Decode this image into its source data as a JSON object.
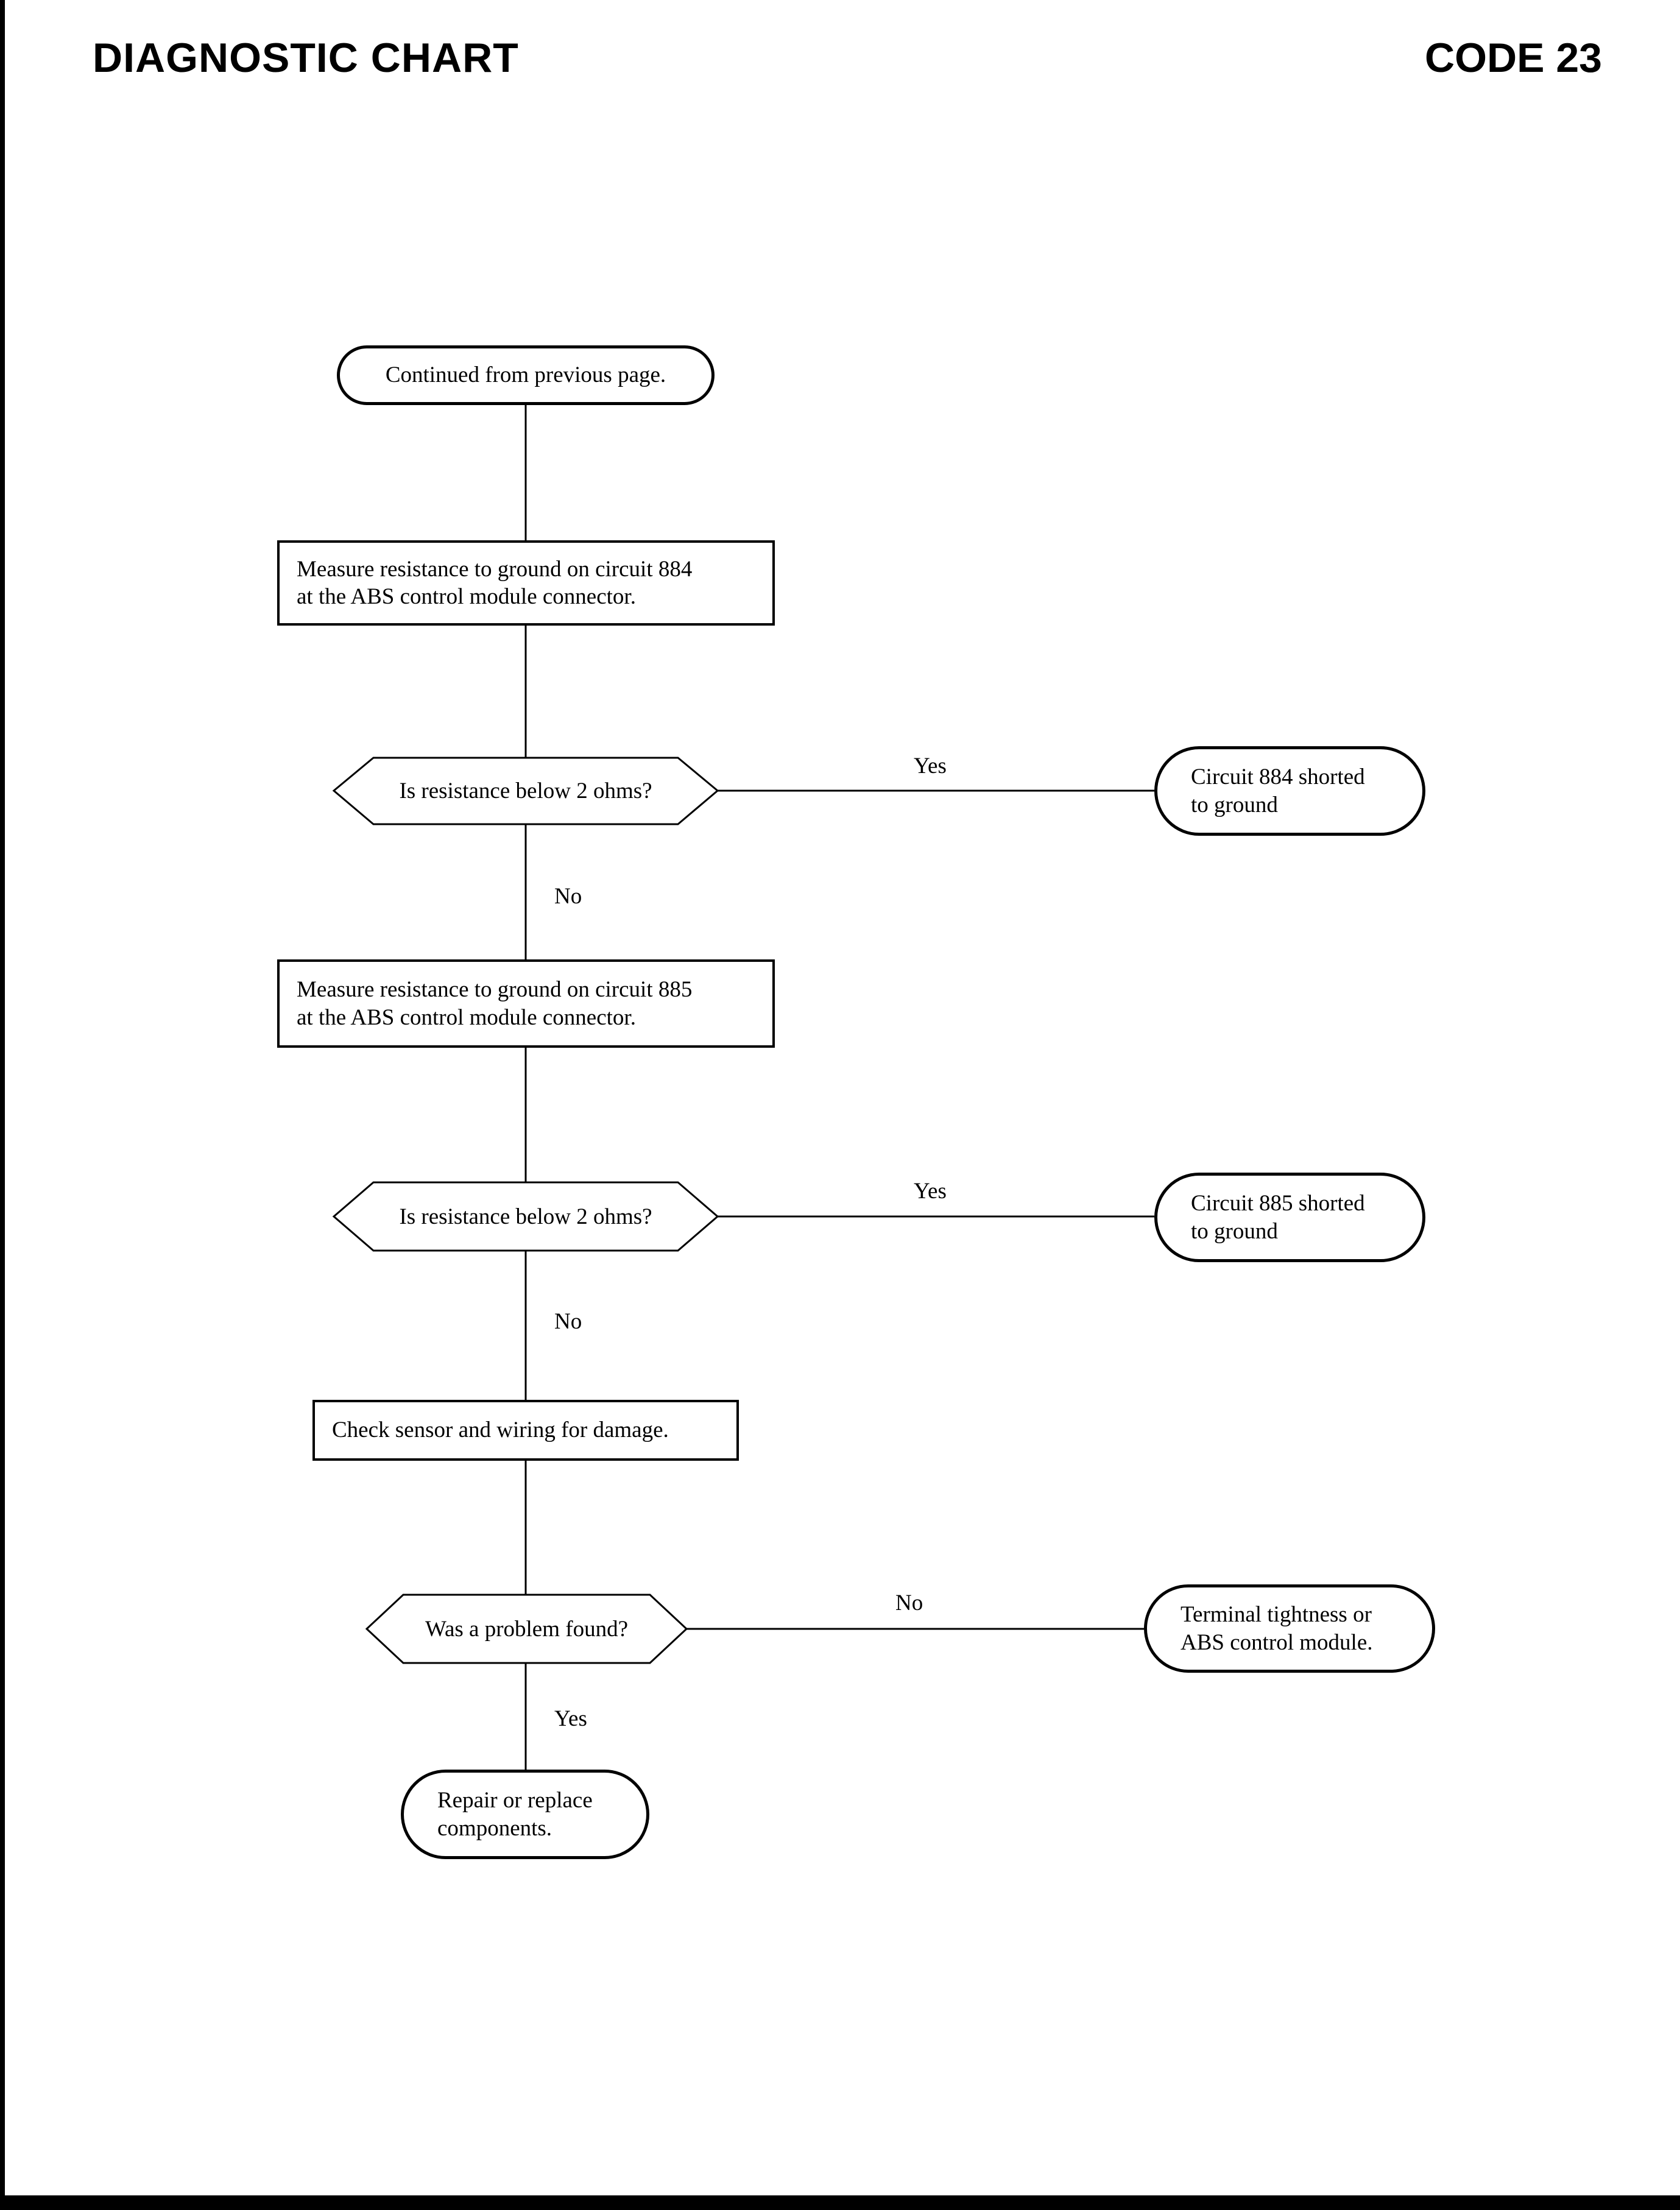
{
  "header": {
    "title": "DIAGNOSTIC CHART",
    "code": "CODE 23"
  },
  "flow": {
    "start": {
      "label": "Continued from previous page."
    },
    "measure884": {
      "line1": "Measure resistance to ground on circuit 884",
      "line2": "at the ABS control module connector."
    },
    "decision884": {
      "label": "Is resistance below 2 ohms?",
      "yes": "Yes",
      "no": "No"
    },
    "shorted884": {
      "line1": "Circuit 884 shorted",
      "line2": "to ground"
    },
    "measure885": {
      "line1": "Measure resistance to ground on circuit 885",
      "line2": "at the ABS control module connector."
    },
    "decision885": {
      "label": "Is resistance below 2 ohms?",
      "yes": "Yes",
      "no": "No"
    },
    "shorted885": {
      "line1": "Circuit 885 shorted",
      "line2": "to ground"
    },
    "checkSensor": {
      "label": "Check sensor and wiring for damage."
    },
    "problemFound": {
      "label": "Was a problem found?",
      "no": "No",
      "yes": "Yes"
    },
    "terminal": {
      "line1": "Terminal tightness or",
      "line2": "ABS control module."
    },
    "repair": {
      "line1": "Repair or replace",
      "line2": "components."
    }
  }
}
